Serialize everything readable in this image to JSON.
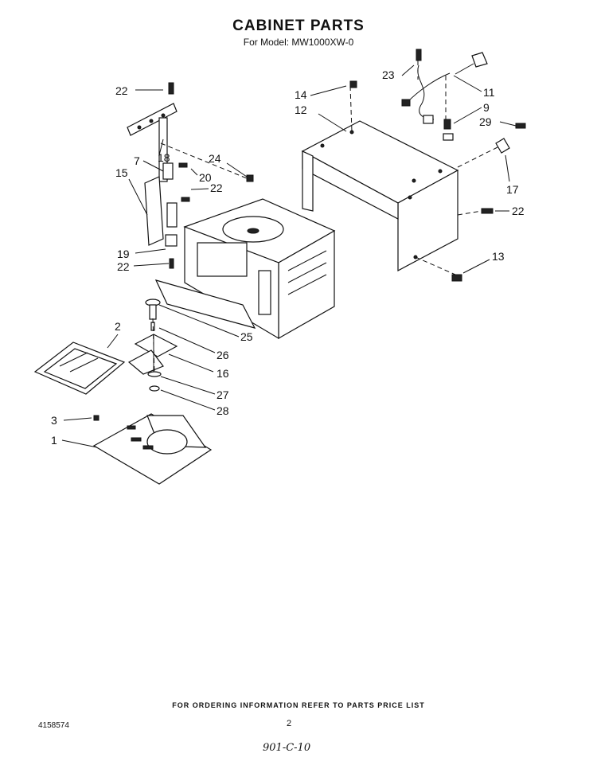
{
  "header": {
    "title": "CABINET PARTS",
    "subtitle": "For Model: MW1000XW-0"
  },
  "footer": {
    "ordering_note": "FOR ORDERING INFORMATION REFER TO PARTS PRICE LIST",
    "doc_number": "4158574",
    "page_number": "2",
    "handwritten_note": "901-C-10"
  },
  "callouts": [
    "22",
    "18",
    "7",
    "20",
    "15",
    "22",
    "24",
    "19",
    "22",
    "14",
    "12",
    "23",
    "11",
    "9",
    "29",
    "17",
    "22",
    "13",
    "2",
    "25",
    "26",
    "16",
    "27",
    "28",
    "3",
    "1"
  ]
}
